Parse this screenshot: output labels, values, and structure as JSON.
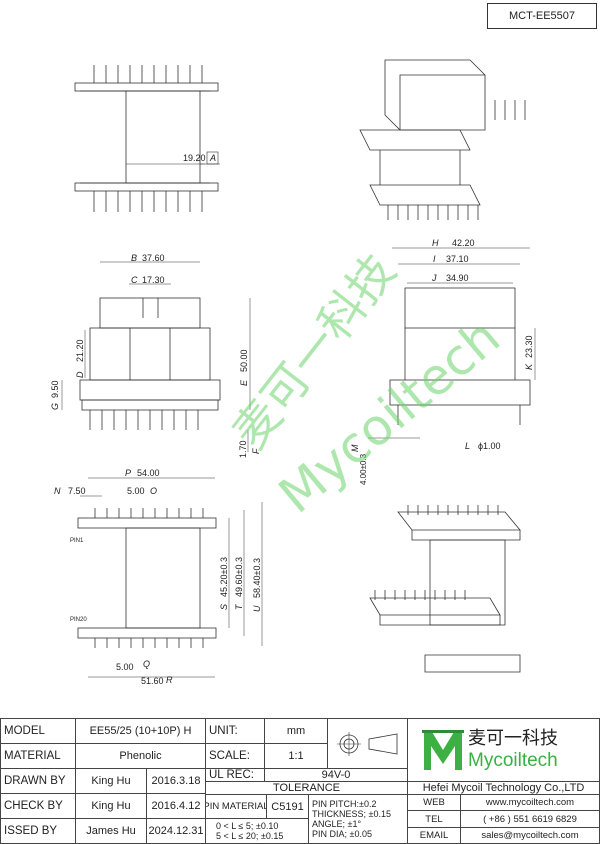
{
  "doc_id": "MCT-EE5507",
  "watermark": {
    "cn": "麦可一科技",
    "en": "Mycoiltech"
  },
  "labels": {
    "pin1": "PIN1",
    "pin20": "PIN20"
  },
  "dims": {
    "A": "19.20",
    "B": "37.60",
    "C": "17.30",
    "D": "21.20",
    "E": "50.00",
    "F": "1.70",
    "G": "9.50",
    "H": "42.20",
    "I": "37.10",
    "J": "34.90",
    "K": "23.30",
    "L": "ϕ1.00",
    "M": "4.00±0.3",
    "N": "7.50",
    "O": "5.00",
    "P": "54.00",
    "Q": "5.00",
    "R": "51.60",
    "S": "45.20±0.3",
    "T": "49.60±0.3",
    "U": "58.40±0.3"
  },
  "title_block": {
    "model_label": "MODEL",
    "model_value": "EE55/25 (10+10P) H",
    "material_label": "MATERIAL",
    "material_value": "Phenolic",
    "drawn_label": "DRAWN BY",
    "drawn_name": "King Hu",
    "drawn_date": "2016.3.18",
    "check_label": "CHECK BY",
    "check_name": "King Hu",
    "check_date": "2016.4.12",
    "issued_label": "ISSED BY",
    "issued_name": "James Hu",
    "issued_date": "2024.12.31",
    "unit_label": "UNIT:",
    "unit_value": "mm",
    "scale_label": "SCALE:",
    "scale_value": "1:1",
    "ul_label": "UL REC:",
    "ul_value": "94V-0",
    "tolerance_label": "TOLERANCE",
    "pin_material_label": "PIN MATERIAL",
    "pin_material_value": "C5191",
    "tol_line1": "0 < L ≤ 5;  ±0.10",
    "tol_line2": "5 < L ≤ 20;  ±0.15",
    "pitch": "PIN PITCH:±0.2",
    "thickness": "THICKNESS; ±0.15",
    "angle": "ANGLE; ±1°",
    "pin_dia": "PIN DIA; ±0.05",
    "logo_cn": "麦可一科技",
    "logo_en": "Mycoiltech",
    "company": "Hefei Mycoil Technology Co.,LTD",
    "web_label": "WEB",
    "web_value": "www.mycoiltech.com",
    "tel_label": "TEL",
    "tel_value": "( +86 ) 551 6619 6829",
    "email_label": "EMAIL",
    "email_value": "sales@mycoiltech.com"
  }
}
